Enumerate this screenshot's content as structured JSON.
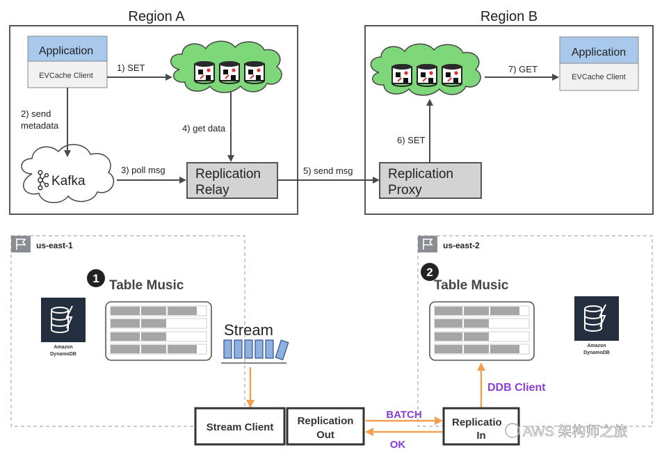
{
  "top": {
    "region_a": {
      "title": "Region A",
      "app": {
        "title": "Application",
        "client": "EVCache Client"
      },
      "kafka": "Kafka",
      "relay": [
        "Replication",
        "Relay"
      ],
      "edges": {
        "set": "1) SET",
        "send_metadata": [
          "2) send",
          "metadata"
        ],
        "poll_msg": "3) poll msg",
        "get_data": "4) get data"
      }
    },
    "send_msg": "5) send msg",
    "region_b": {
      "title": "Region B",
      "app": {
        "title": "Application",
        "client": "EVCache Client"
      },
      "proxy": [
        "Replication",
        "Proxy"
      ],
      "edges": {
        "set": "6) SET",
        "get": "7) GET"
      }
    }
  },
  "bottom": {
    "left": {
      "region": "us-east-1",
      "step": "1",
      "table_title": "Table Music",
      "dynamo": [
        "Amazon",
        "DynamoDB"
      ],
      "stream_label": "Stream"
    },
    "right": {
      "region": "us-east-2",
      "step": "2",
      "table_title": "Table Music",
      "dynamo": [
        "Amazon",
        "DynamoDB"
      ],
      "ddb_client": "DDB Client"
    },
    "stream_client": "Stream Client",
    "replication_out": [
      "Replication",
      "Out"
    ],
    "replication_in": [
      "Replicatio",
      "In"
    ],
    "batch": "BATCH",
    "ok": "OK"
  },
  "watermark": "AWS 架构师之旅",
  "colors": {
    "app_header": "#a8c8ec",
    "relay_fill": "#d3d3d3",
    "cloud_fill": "#7ed87a",
    "arrow_orange": "#f0a050",
    "purple_text": "#8a3fd8"
  }
}
